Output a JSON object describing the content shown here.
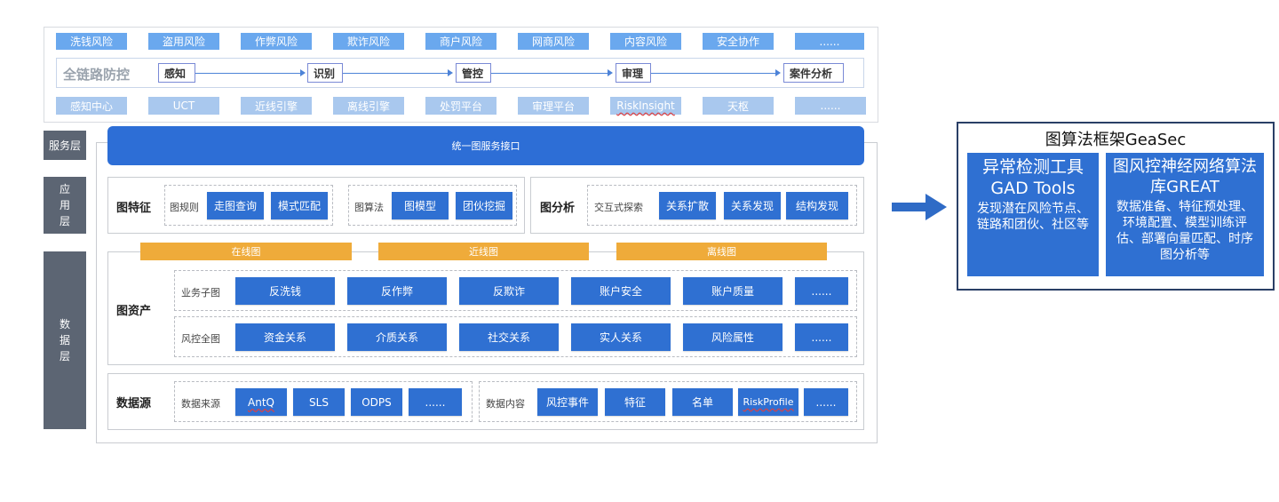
{
  "top_risks": [
    "洗钱风险",
    "盗用风险",
    "作弊风险",
    "欺诈风险",
    "商户风险",
    "网商风险",
    "内容风险",
    "安全协作",
    "......"
  ],
  "chain": {
    "title": "全链路防控",
    "stages": [
      "感知",
      "识别",
      "管控",
      "审理",
      "案件分析"
    ]
  },
  "systems": [
    "感知中心",
    "UCT",
    "近线引擎",
    "离线引擎",
    "处罚平台",
    "审理平台",
    "RiskInsight",
    "天枢",
    "......"
  ],
  "layers": {
    "service": "服务层",
    "application": "应\n用\n层",
    "data": "数\n据\n层"
  },
  "service_bar": "统一图服务接口",
  "graph_feature": {
    "title": "图特征",
    "rule_label": "图规则",
    "rule_items": [
      "走图查询",
      "模式匹配"
    ],
    "algo_label": "图算法",
    "algo_items": [
      "图模型",
      "团伙挖掘"
    ]
  },
  "graph_analysis": {
    "title": "图分析",
    "label": "交互式探索",
    "items": [
      "关系扩散",
      "关系发现",
      "结构发现"
    ]
  },
  "graph_modes": [
    "在线图",
    "近线图",
    "离线图"
  ],
  "graph_assets": {
    "title": "图资产",
    "row1_label": "业务子图",
    "row1": [
      "反洗钱",
      "反作弊",
      "反欺诈",
      "账户安全",
      "账户质量",
      "......"
    ],
    "row2_label": "风控全图",
    "row2": [
      "资金关系",
      "介质关系",
      "社交关系",
      "实人关系",
      "风险属性",
      "......"
    ]
  },
  "data_source": {
    "title": "数据源",
    "source_label": "数据来源",
    "sources": [
      "AntQ",
      "SLS",
      "ODPS",
      "......"
    ],
    "content_label": "数据内容",
    "contents": [
      "风控事件",
      "特征",
      "名单",
      "RiskProfile",
      "......"
    ]
  },
  "geasec": {
    "title": "图算法框架GeaSec",
    "gad_title": "异常检测工具\nGAD Tools",
    "gad_desc": "发现潜在风险节点、链路和团伙、社区等",
    "great_title": "图风控神经网络算法库GREAT",
    "great_desc": "数据准备、特征预处理、环境配置、模型训练评估、部署向量匹配、时序图分析等"
  },
  "colors": {
    "primary_blue": "#2f70d2",
    "top_chip": "#6aa8ee",
    "system_chip": "#a9c8ee",
    "service_bar": "#2d6ed6",
    "orange": "#efab3a",
    "layer_gray": "#5c6573"
  }
}
